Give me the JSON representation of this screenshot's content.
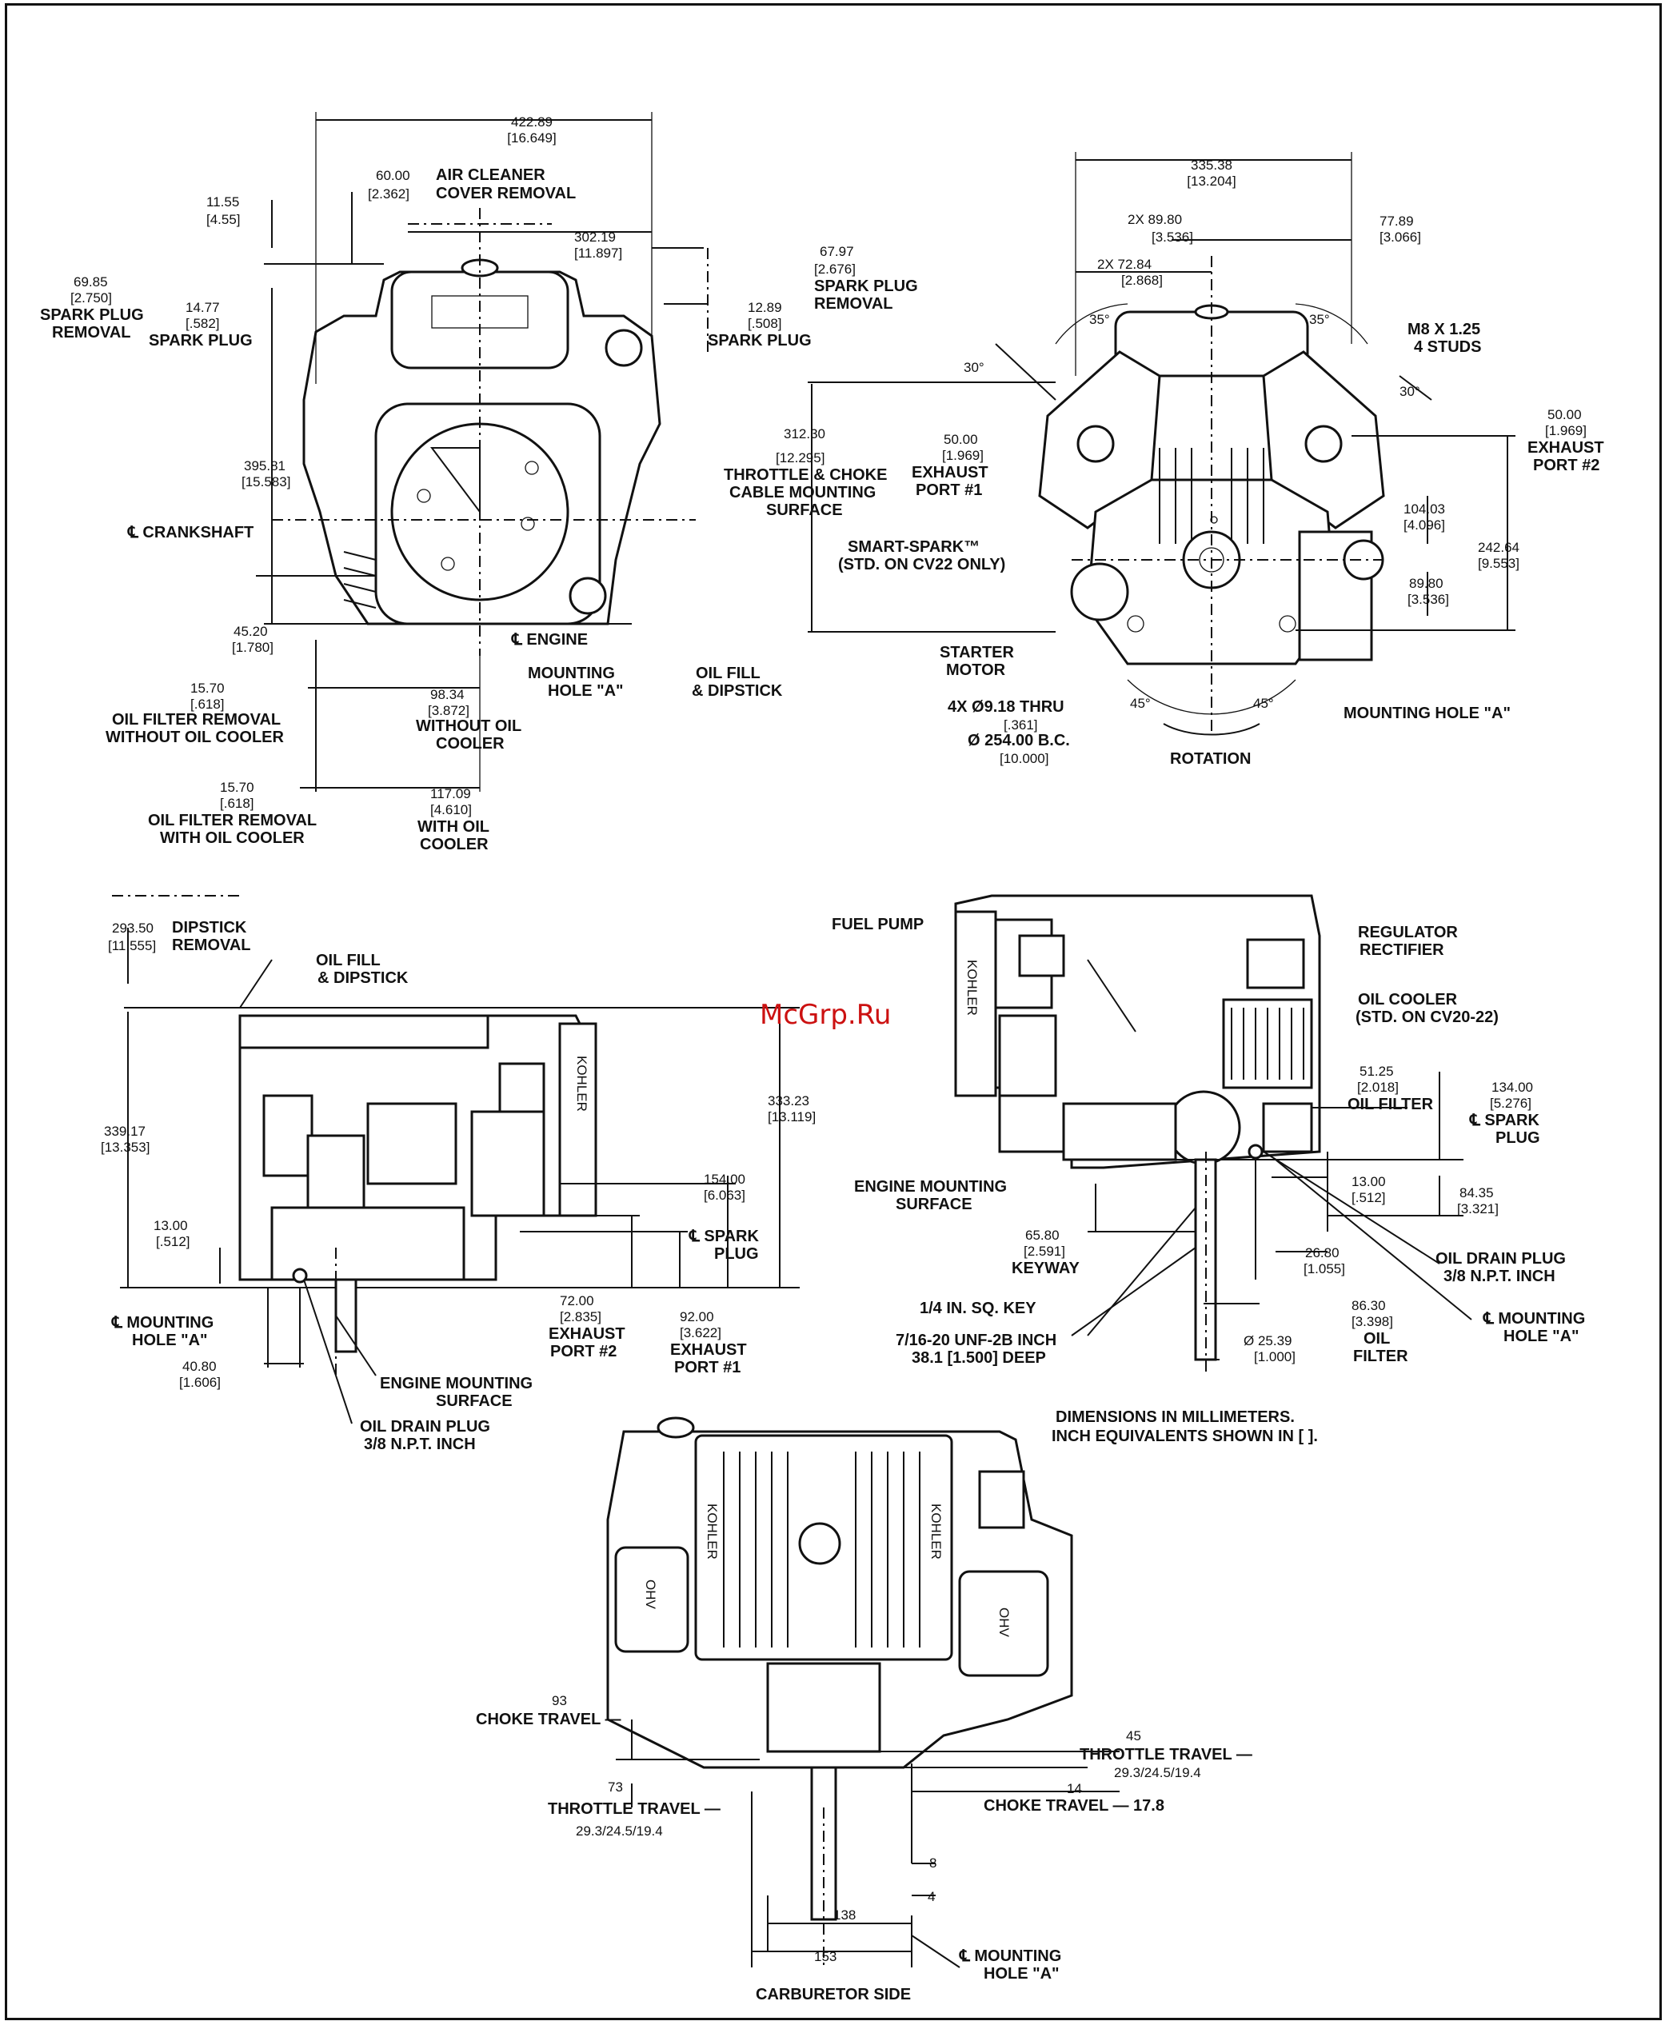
{
  "watermark": "McGrp.Ru",
  "notes": {
    "line1": "DIMENSIONS IN MILLIMETERS.",
    "line2": "INCH EQUIVALENTS SHOWN IN [   ]."
  },
  "front_view": {
    "d1": "422.89",
    "d1i": "[16.649]",
    "air_mm": "60.00",
    "air_l1": "AIR CLEANER",
    "air_in": "[2.362]",
    "air_l2": "COVER REMOVAL",
    "d3": "302.19",
    "d3i": "[11.897]",
    "d4": "11.55",
    "d4i": "[4.55]",
    "d5": "69.85",
    "d5i": "[2.750]",
    "d5a": "SPARK PLUG",
    "d5b": "REMOVAL",
    "d6": "14.77",
    "d6i": "[.582]",
    "d6a": "SPARK PLUG",
    "d7": "67.97",
    "d7i": "[2.676]",
    "d7a": "SPARK PLUG",
    "d7b": "REMOVAL",
    "d8": "12.89",
    "d8i": "[.508]",
    "d8a": "SPARK PLUG",
    "d9": "395.81",
    "d9i": "[15.583]",
    "crank": "℄ CRANKSHAFT",
    "d10": "45.20",
    "d10i": "[1.780]",
    "engine": "℄ ENGINE",
    "mount1": "MOUNTING",
    "mount2": "HOLE \"A\"",
    "oil1": "OIL FILL",
    "oil2": "& DIPSTICK",
    "d11": "15.70",
    "d11i": "[.618]",
    "d11a": "OIL FILTER REMOVAL",
    "d11b": "WITHOUT OIL COOLER",
    "d12": "98.34",
    "d12i": "[3.872]",
    "d12a": "WITHOUT OIL",
    "d12b": "COOLER",
    "d13": "15.70",
    "d13i": "[.618]",
    "d13a": "OIL FILTER REMOVAL",
    "d13b": "WITH OIL COOLER",
    "d14": "117.09",
    "d14i": "[4.610]",
    "d14a": "WITH OIL",
    "d14b": "COOLER"
  },
  "top_view": {
    "d1": "335.38",
    "d1i": "[13.204]",
    "d2": "2X 89.80",
    "d2i": "[3.536]",
    "d3": "77.89",
    "d3i": "[3.066]",
    "d4": "2X 72.84",
    "d4i": "[2.868]",
    "a35l": "35°",
    "a35r": "35°",
    "studs1": "M8 X 1.25",
    "studs2": "4 STUDS",
    "a30l": "30°",
    "a30r": "30°",
    "d5": "312.30",
    "d5i": "[12.295]",
    "d5a": "THROTTLE & CHOKE",
    "d5b": "CABLE MOUNTING",
    "d5c": "SURFACE",
    "ex1": "50.00",
    "ex1i": "[1.969]",
    "ex1a": "EXHAUST",
    "ex1b": "PORT #1",
    "ex2": "50.00",
    "ex2i": "[1.969]",
    "ex2a": "EXHAUST",
    "ex2b": "PORT #2",
    "d6": "104.03",
    "d6i": "[4.096]",
    "d7": "242.64",
    "d7i": "[9.553]",
    "d8": "89.80",
    "d8i": "[3.536]",
    "smart1": "SMART-SPARK™",
    "smart2": "(STD. ON CV22 ONLY)",
    "starter1": "STARTER",
    "starter2": "MOTOR",
    "holes1": "4X Ø9.18 THRU",
    "holes2": "[.361]",
    "holes3": "Ø 254.00 B.C.",
    "holes4": "[10.000]",
    "a45l": "45°",
    "a45r": "45°",
    "mount": "MOUNTING HOLE \"A\"",
    "rotation": "ROTATION"
  },
  "side_view_left": {
    "d1": "293.50",
    "d1a": "DIPSTICK",
    "d1i": "[11.555]",
    "d1b": "REMOVAL",
    "oil1": "OIL FILL",
    "oil2": "& DIPSTICK",
    "d2": "339.17",
    "d2i": "[13.353]",
    "d3": "333.23",
    "d3i": "[13.119]",
    "d4": "154.00",
    "d4i": "[6.063]",
    "d4a": "℄ SPARK",
    "d4b": "PLUG",
    "d5": "13.00",
    "d5i": "[.512]",
    "d6": "72.00",
    "d6i": "[2.835]",
    "d6a": "EXHAUST",
    "d6b": "PORT #2",
    "d7": "92.00",
    "d7i": "[3.622]",
    "d7a": "EXHAUST",
    "d7b": "PORT #1",
    "mount1": "℄ MOUNTING",
    "mount2": "HOLE \"A\"",
    "d8": "40.80",
    "d8i": "[1.606]",
    "ems1": "ENGINE MOUNTING",
    "ems2": "SURFACE",
    "drain1": "OIL DRAIN PLUG",
    "drain2": "3/8 N.P.T. INCH",
    "brand": "KOHLER"
  },
  "side_view_right": {
    "fuel": "FUEL PUMP",
    "reg1": "REGULATOR",
    "reg2": "RECTIFIER",
    "cool1": "OIL COOLER",
    "cool2": "(STD. ON CV20-22)",
    "d1": "51.25",
    "d1i": "[2.018]",
    "d1a": "OIL FILTER",
    "d2": "134.00",
    "d2i": "[5.276]",
    "d2a": "℄ SPARK",
    "d2b": "PLUG",
    "ems1": "ENGINE MOUNTING",
    "ems2": "SURFACE",
    "d3": "13.00",
    "d3i": "[.512]",
    "d4": "84.35",
    "d4i": "[3.321]",
    "d5": "65.80",
    "d5i": "[2.591]",
    "d5a": "KEYWAY",
    "d6": "26.80",
    "d6i": "[1.055]",
    "drain1": "OIL DRAIN PLUG",
    "drain2": "3/8 N.P.T. INCH",
    "key": "1/4 IN. SQ. KEY",
    "thread1": "7/16-20 UNF-2B INCH",
    "thread2": "38.1 [1.500] DEEP",
    "d7": "86.30",
    "d7i": "[3.398]",
    "d7a": "OIL",
    "d7b": "FILTER",
    "d8": "Ø 25.39",
    "d8i": "[1.000]",
    "mount1": "℄ MOUNTING",
    "mount2": "HOLE \"A\"",
    "brand": "KOHLER"
  },
  "carb_view": {
    "d1": "93",
    "d1a": "CHOKE TRAVEL —",
    "d2": "73",
    "d2a": "THROTTLE TRAVEL —",
    "d2b": "29.3/24.5/19.4",
    "d3": "45",
    "d3a": "THROTTLE TRAVEL —",
    "d3b": "29.3/24.5/19.4",
    "d4": "14",
    "d4a": "CHOKE TRAVEL — 17.8",
    "d5": "8",
    "d6": "4",
    "d7": "138",
    "d8": "153",
    "mount1": "℄ MOUNTING",
    "mount2": "HOLE \"A\"",
    "carb": "CARBURETOR SIDE",
    "brand": "KOHLER",
    "ohv": "OHV"
  }
}
